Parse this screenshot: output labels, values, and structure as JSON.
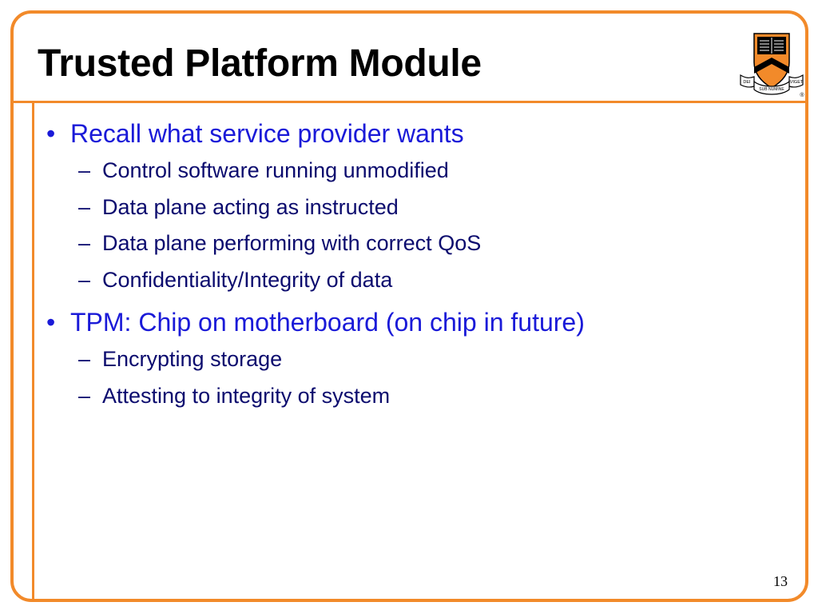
{
  "slide": {
    "title": "Trusted Platform Module",
    "page_number": "13",
    "logo": {
      "name": "princeton-shield-logo",
      "banner_left": "DEI",
      "banner_middle": "SUB NUMINE",
      "banner_right": "VIGET",
      "registered_mark": "®"
    },
    "bullets": [
      {
        "text": "Recall what service provider wants",
        "subitems": [
          "Control software running unmodified",
          "Data plane acting as instructed",
          "Data plane performing with correct QoS",
          "Confidentiality/Integrity of data"
        ]
      },
      {
        "text": "TPM: Chip on motherboard (on chip in future)",
        "subitems": [
          "Encrypting storage",
          "Attesting to integrity of system"
        ]
      }
    ],
    "bullet_glyph": "•",
    "dash_glyph": "–"
  },
  "colors": {
    "accent_orange": "#f28a2a",
    "bullet_blue": "#1a1ad8",
    "sub_navy": "#0b0b6e",
    "title_black": "#000000"
  }
}
